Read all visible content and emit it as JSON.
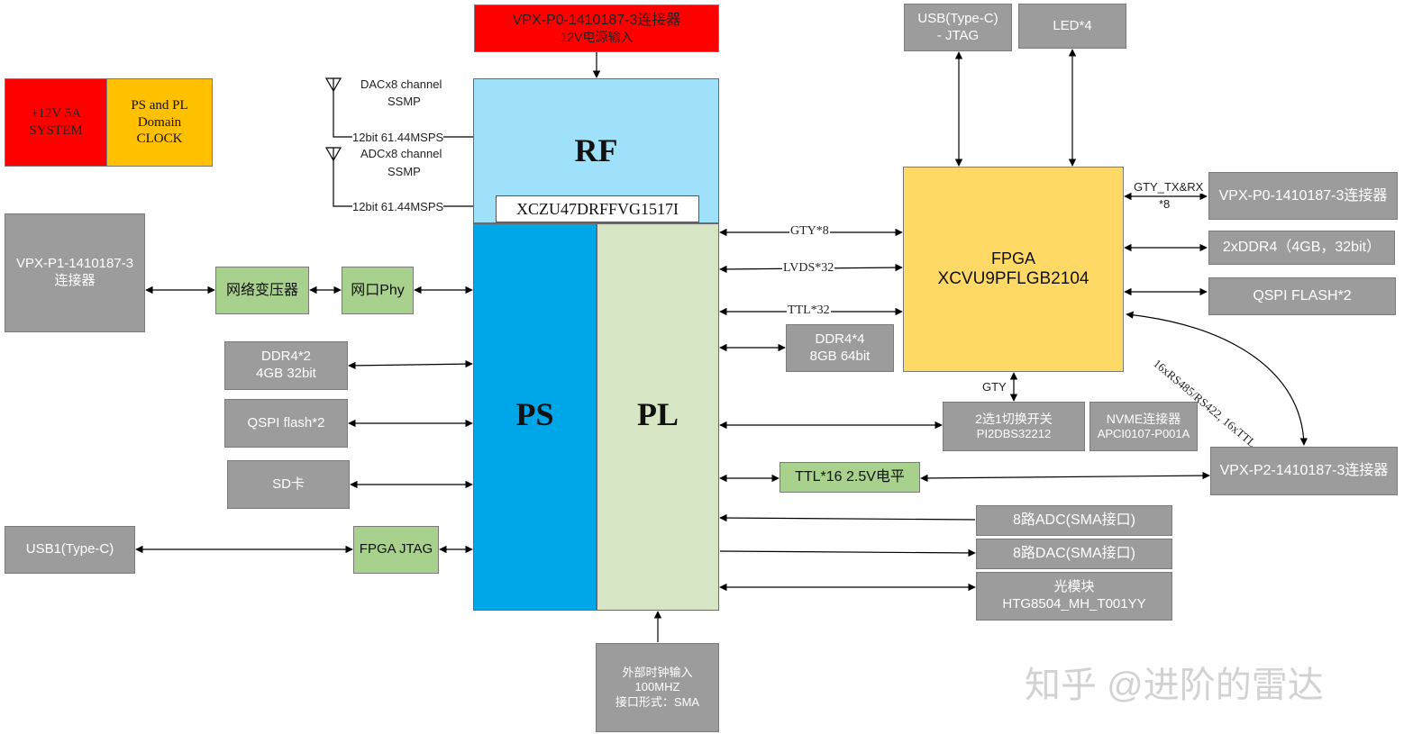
{
  "power": {
    "line1": "+12V 5A",
    "line2": "SYSTEM"
  },
  "clock": {
    "line1": "PS and PL",
    "line2": "Domain",
    "line3": "CLOCK"
  },
  "top_connector": {
    "line1": "VPX-P0-1410187-3连接器",
    "line2": "12V电源输入"
  },
  "rf": {
    "label": "RF",
    "part": "XCZU47DRFFVG1517I"
  },
  "ps": {
    "label": "PS"
  },
  "pl": {
    "label": "PL"
  },
  "dac": {
    "line1": "DACx8 channel",
    "line2": "SSMP",
    "rate": "12bit 61.44MSPS"
  },
  "adc": {
    "line1": "ADCx8 channel",
    "line2": "SSMP",
    "rate": "12bit 61.44MSPS"
  },
  "vpx_p1": {
    "line1": "VPX-P1-1410187-3",
    "line2": "连接器"
  },
  "transformer": {
    "label": "网络变压器"
  },
  "phy": {
    "label": "网口Phy"
  },
  "ps_ddr": {
    "line1": "DDR4*2",
    "line2": "4GB 32bit"
  },
  "ps_qspi": {
    "label": "QSPI flash*2"
  },
  "sd": {
    "label": "SD卡"
  },
  "usb1": {
    "label": "USB1(Type-C)"
  },
  "jtag": {
    "label": "FPGA JTAG"
  },
  "ext_clock": {
    "line1": "外部时钟输入",
    "line2": "100MHZ",
    "line3": "接口形式：SMA"
  },
  "usb_jtag": {
    "line1": "USB(Type-C)",
    "line2": "- JTAG"
  },
  "led": {
    "label": "LED*4"
  },
  "fpga": {
    "line1": "FPGA",
    "line2": "XCVU9PFLGB2104"
  },
  "links": {
    "gty8": "GTY*8",
    "lvds": "LVDS*32",
    "ttl32": "TTL*32",
    "gty": "GTY",
    "gty_txrx_1": "GTY_TX&RX",
    "gty_txrx_2": "*8",
    "rs485": "16xRS485/RS422, 16xTTL"
  },
  "vpx_p0_right": {
    "label": "VPX-P0-1410187-3连接器"
  },
  "fpga_ddr": {
    "label": "2xDDR4（4GB，32bit）"
  },
  "fpga_qspi": {
    "label": "QSPI FLASH*2"
  },
  "pl_ddr": {
    "line1": "DDR4*4",
    "line2": "8GB 64bit"
  },
  "switch": {
    "line1": "2选1切换开关",
    "line2": "PI2DBS32212"
  },
  "nvme": {
    "line1": "NVME连接器",
    "line2": "APCI0107-P001A"
  },
  "ttl16": {
    "label": "TTL*16 2.5V电平"
  },
  "vpx_p2": {
    "label": "VPX-P2-1410187-3连接器"
  },
  "adc8": {
    "label": "8路ADC(SMA接口)"
  },
  "dac8": {
    "label": "8路DAC(SMA接口)"
  },
  "optical": {
    "line1": "光模块",
    "line2": "HTG8504_MH_T001YY"
  },
  "watermark": {
    "text": "知乎 @进阶的雷达"
  }
}
